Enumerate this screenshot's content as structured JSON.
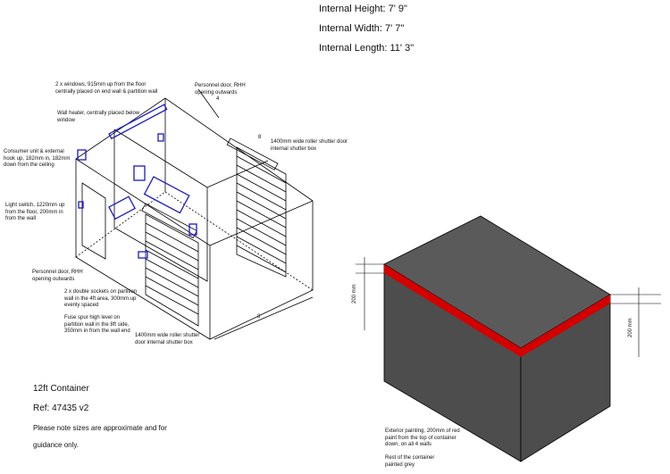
{
  "dimensions": {
    "height": "Internal Height: 7' 9\"",
    "width": "Internal Width: 7' 7\"",
    "length": "Internal Length: 11' 3\""
  },
  "annotations": {
    "windows": "2 x windows, 915mm up from the floor centrally placed on end wall & partition wall",
    "heater": "Wall heater, centrally placed below window",
    "consumer_unit": "Consumer unit & external hook up, 182mm in, 182mm down from the ceiling",
    "light_switch": "Light switch, 1220mm up from the floor, 200mm in from the wall",
    "personnel_door_top": "Personnel door, RHH opening outwards",
    "shutter_top": "1400mm wide roller shutter door internal shutter box",
    "personnel_door_left": "Personnel door, RHH opening outwards",
    "sockets": "2 x double sockets on partition wall in the 4ft area, 300mm up evenly spaced",
    "fuse_spur": "Fuse spur high level on partition wall in the 8ft side, 350mm in from the wall end",
    "shutter_bottom": "1400mm wide roller shutter door internal shutter box",
    "exterior_paint": "Exterior painting, 200mm of red paint from the top of container down, on all 4 walls",
    "rest_paint": "Rest of the container painted grey"
  },
  "dim_marks": {
    "left_200": "200 mm",
    "right_200": "200 mm",
    "four": "4",
    "eight_top": "8",
    "eight_bottom": "8"
  },
  "info": {
    "title": "12ft Container",
    "ref": "Ref: 47435 v2",
    "note1": "Please note sizes are approximate and for",
    "note2": "guidance only."
  },
  "colors": {
    "container_grey": "#4d4d4d",
    "container_top": "#5a5a5a",
    "paint_band": "#d40000",
    "fixture_blue": "#1a1acc"
  }
}
